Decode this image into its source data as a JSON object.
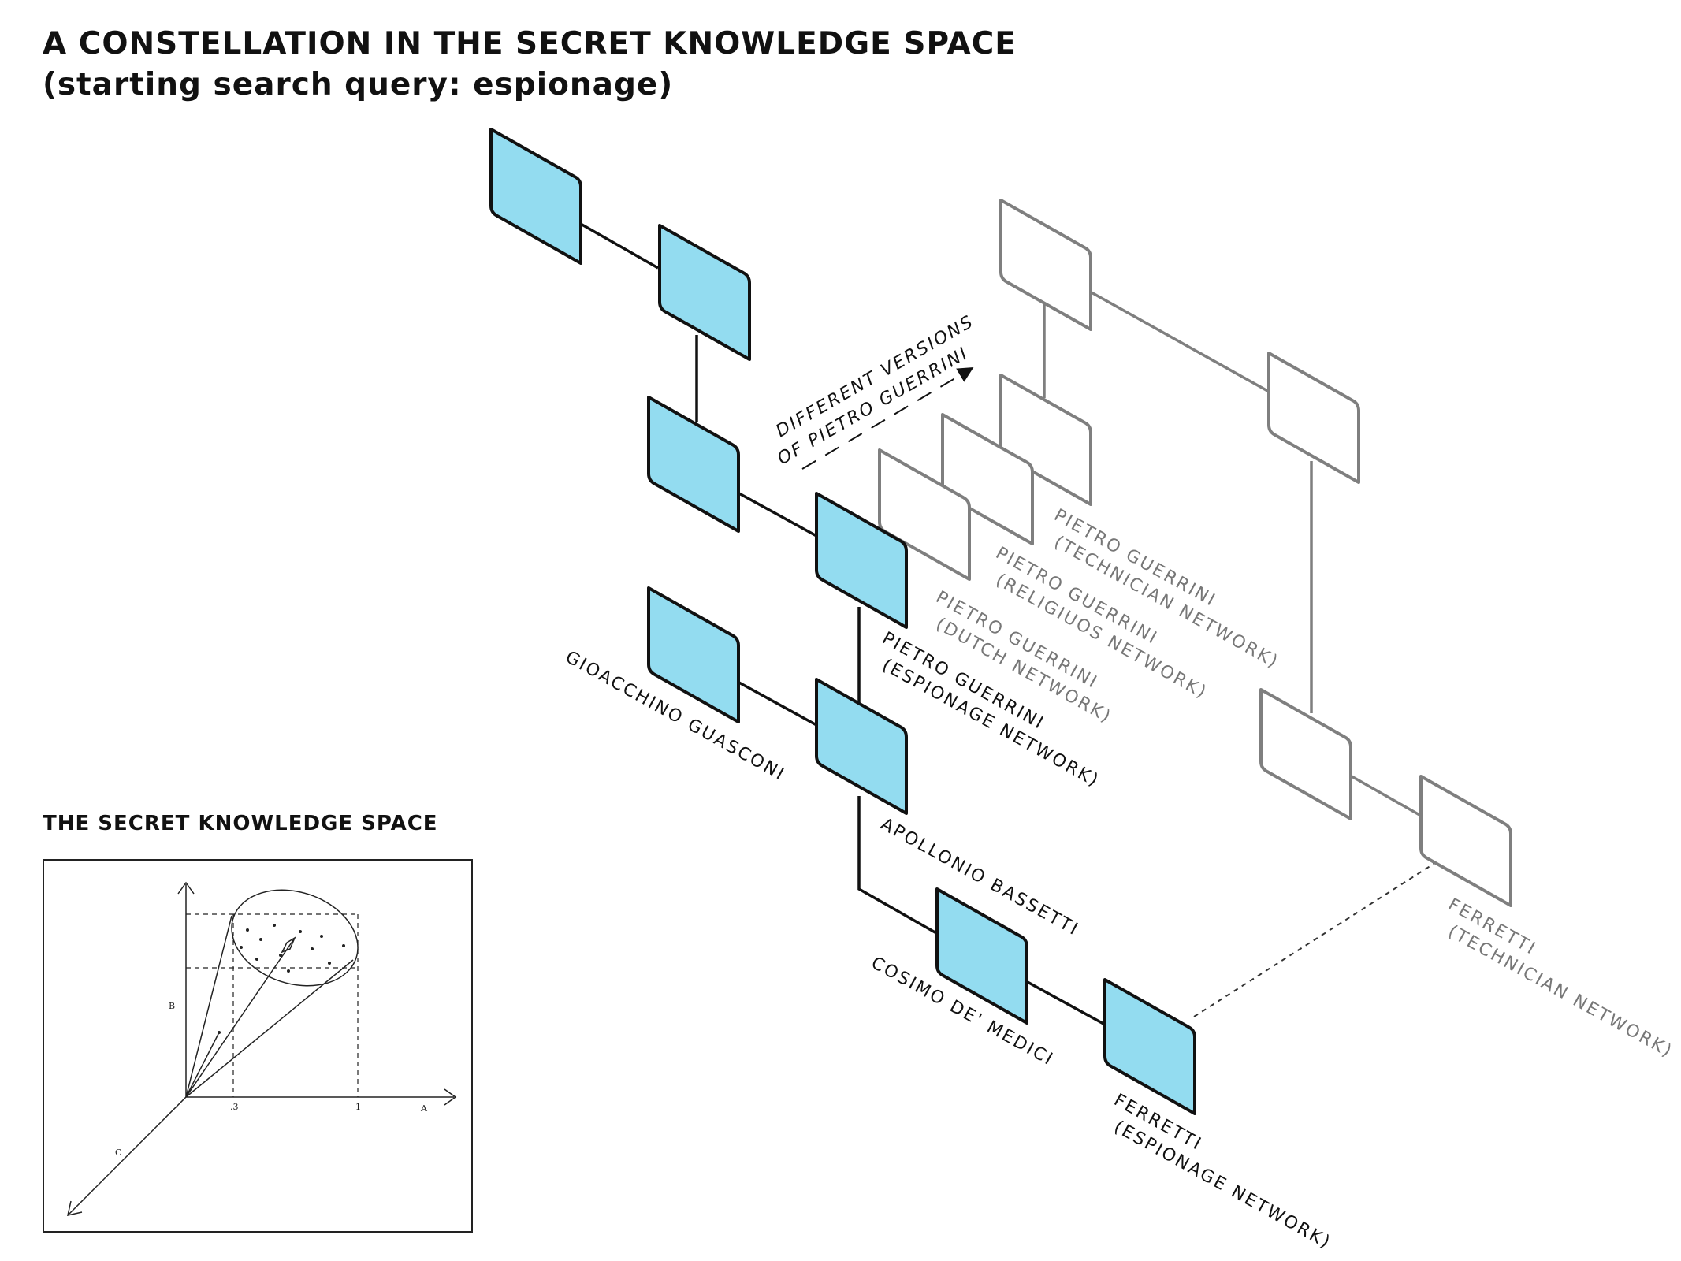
{
  "title": {
    "line1": "A CONSTELLATION IN THE SECRET KNOWLEDGE SPACE",
    "line2": "(starting search query: espionage)"
  },
  "colors": {
    "active_fill": "#93dcf0",
    "active_stroke": "#111111",
    "ghost_stroke": "#7f7f7f",
    "ghost_text": "#777777"
  },
  "annotation": {
    "line1": "DIFFERENT VERSIONS",
    "line2": "OF PIETRO GUERRINI"
  },
  "labels": {
    "pietro_espionage": {
      "line1": "PIETRO GUERRINI",
      "line2": "(ESPIONAGE NETWORK)"
    },
    "pietro_dutch": {
      "line1": "PIETRO GUERRINI",
      "line2": "(DUTCH NETWORK)"
    },
    "pietro_religious": {
      "line1": "PIETRO GUERRINI",
      "line2": "(RELIGIUOS NETWORK)"
    },
    "pietro_technician": {
      "line1": "PIETRO GUERRINI",
      "line2": "(TECHNICIAN NETWORK)"
    },
    "gioacchino": "GIOACCHINO GUASCONI",
    "apollonio": "APOLLONIO BASSETTI",
    "cosimo": "COSIMO DE' MEDICI",
    "ferretti_espionage": {
      "line1": "FERRETTI",
      "line2": "(ESPIONAGE NETWORK)"
    },
    "ferretti_technician": {
      "line1": "FERRETTI",
      "line2": "(TECHNICIAN NETWORK)"
    }
  },
  "inset": {
    "title": "THE SECRET KNOWLEDGE SPACE",
    "axis_a": "A",
    "axis_b": "B",
    "axis_c": "C",
    "tick_3": ".3",
    "tick_1": "1"
  }
}
